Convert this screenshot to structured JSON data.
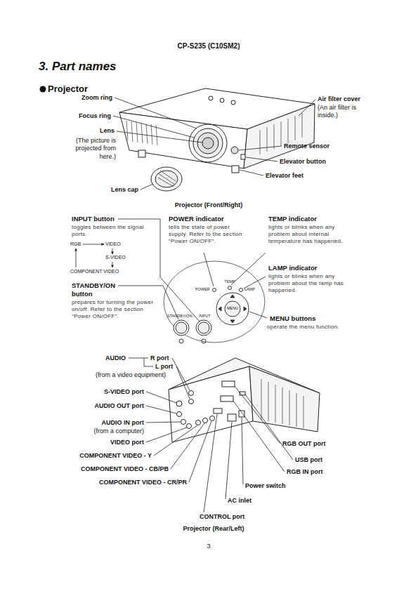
{
  "diagram": {
    "title": "3. Part names",
    "labels": [
      "CP-S235 (C10SM2)",
      "Projector",
      "Zoom ring",
      "Focus ring",
      "Lens",
      "(The picture is projected from here.)",
      "Air filter cover",
      "(An air filter is inside.)",
      "Remote sensor",
      "Elevator button",
      "Elevator feet",
      "Lens cap",
      "Projector (Front/Right)",
      "INPUT button",
      "toggles between the signal ports.",
      "RGB",
      "VIDEO",
      "S-VIDEO",
      "COMPONENT VIDEO",
      "STANDBY/ON button",
      "prepares for turning the power on/off. Refer to the section “Power ON/OFF”.",
      "POWER indicator",
      "tells the state of power supply. Refer to the section “Power ON/OFF”.",
      "TEMP indicator",
      "lights or blinks when any problem about internal temperature has happened.",
      "LAMP indicator",
      "lights or blinks when any problem about the lamp has happened.",
      "MENU buttons",
      "operate the menu function.",
      "POWER",
      "TEMP",
      "LAMP",
      "STANDBY/ON",
      "INPUT",
      "MENU",
      "AUDIO",
      "R port",
      "L port",
      "(from a video equipment)",
      "S-VIDEO port",
      "AUDIO OUT port",
      "AUDIO IN port",
      "(from a computer)",
      "VIDEO port",
      "COMPONENT VIDEO - Y",
      "COMPONENT VIDEO - CB/PB",
      "COMPONENT VIDEO - CR/PR",
      "RGB OUT port",
      "USB port",
      "RGB IN port",
      "Power switch",
      "AC inlet",
      "CONTROL port",
      "Projector (Rear/Left)",
      "3"
    ]
  }
}
